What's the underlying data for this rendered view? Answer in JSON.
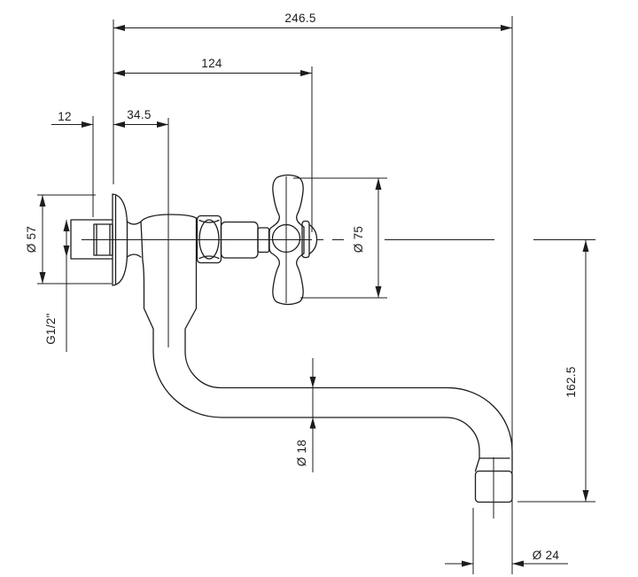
{
  "drawing": {
    "title": "wall-mounted faucet with cross handle and down-swept spout",
    "units": "mm",
    "background_color": "#ffffff",
    "line_color": "#1c1c1c",
    "dimensions": {
      "overall_depth": "246.5",
      "wall_to_handle_end": "124",
      "thread_length": "12",
      "wall_to_tube_axis": "34.5",
      "flange_diameter": "Ø 57",
      "inlet_thread": "G1/2\"",
      "handle_diameter": "Ø 75",
      "axis_to_outlet_height": "162.5",
      "spout_tube_diameter": "Ø 18",
      "outlet_diameter": "Ø 24"
    }
  }
}
